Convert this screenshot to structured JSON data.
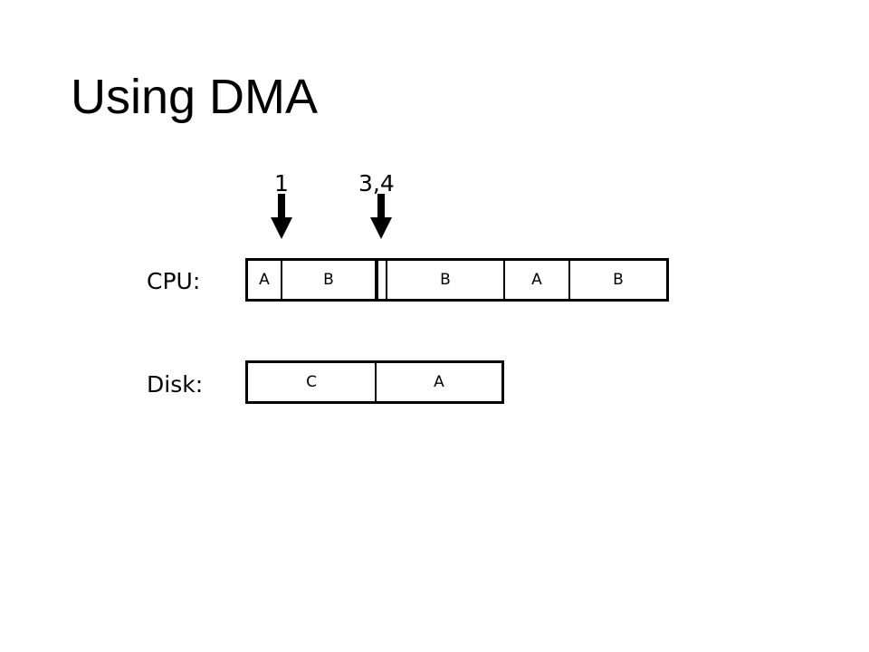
{
  "slide": {
    "title": "Using DMA"
  },
  "markers": {
    "first": "1",
    "second": "3,4"
  },
  "rows": {
    "cpu_label": "CPU:",
    "disk_label": "Disk:"
  },
  "cpu_segments": [
    "A",
    "B",
    "B",
    "A",
    "B"
  ],
  "disk_segments": [
    "C",
    "A"
  ]
}
